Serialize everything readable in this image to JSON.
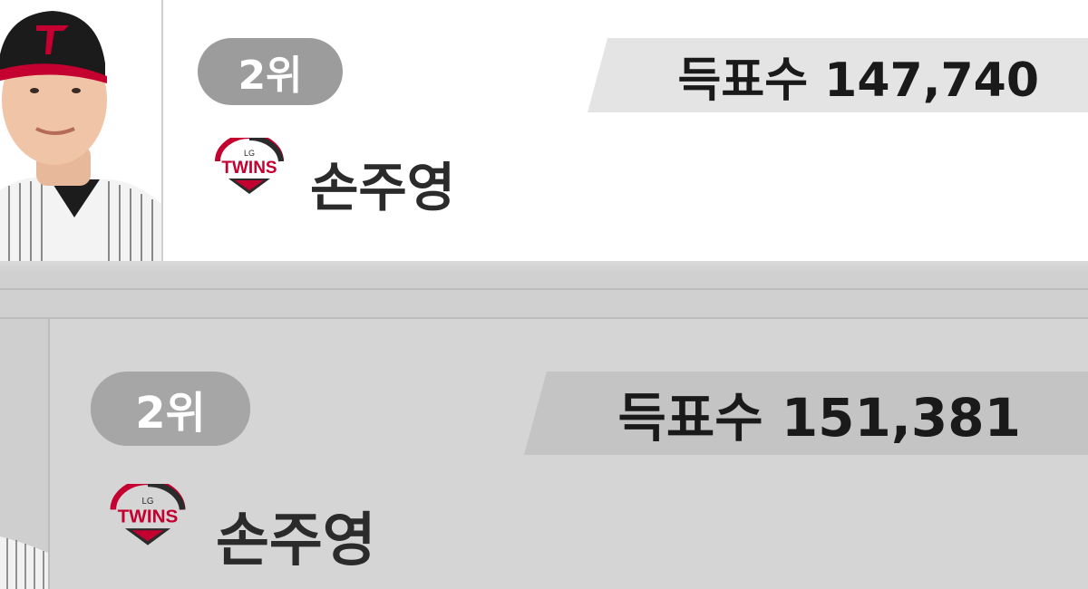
{
  "entries": [
    {
      "rank": "2위",
      "votes": "득표수 147,740",
      "name": "손주영",
      "team_logo_text": "TWINS",
      "team_logo_small": "LG"
    },
    {
      "rank": "2위",
      "votes": "득표수 151,381",
      "name": "손주영",
      "team_logo_text": "TWINS",
      "team_logo_small": "LG"
    }
  ],
  "colors": {
    "twins_red": "#c3002f",
    "twins_dark": "#2b2b2b",
    "rank_pill": "#9c9c9c"
  }
}
